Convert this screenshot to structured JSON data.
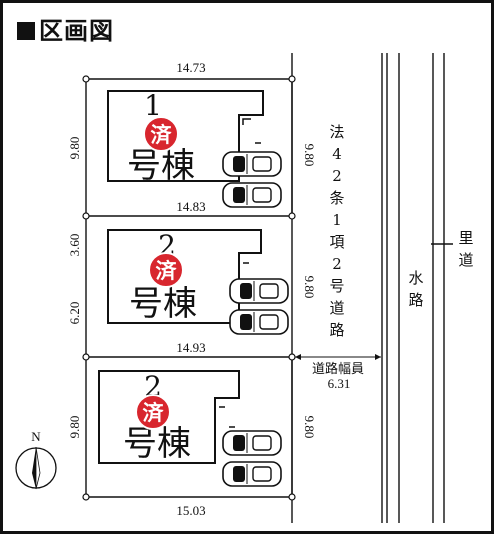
{
  "title": "区画図",
  "lots": [
    {
      "number": "1",
      "suffix": "号棟",
      "stamp": "済",
      "top_width": "14.73",
      "depth": "9.80",
      "road_depth": "9.80"
    },
    {
      "number": "2",
      "suffix": "号棟",
      "stamp": "済",
      "top_width": "14.83",
      "depth_top": "3.60",
      "depth_bottom": "6.20",
      "road_depth": "9.80"
    },
    {
      "number": "2",
      "suffix": "号棟",
      "stamp": "済",
      "top_width": "14.93",
      "bottom_width": "15.03",
      "depth": "9.80",
      "road_depth": "9.80"
    }
  ],
  "road": {
    "label": "法42条1項2号道路",
    "width_label": "道路幅員",
    "width_value": "6.31"
  },
  "waterway": {
    "label": "水路"
  },
  "village_road": {
    "label": "里道"
  },
  "compass": {
    "label": "N"
  },
  "colors": {
    "stamp": "#d8262e",
    "line": "#111111"
  }
}
